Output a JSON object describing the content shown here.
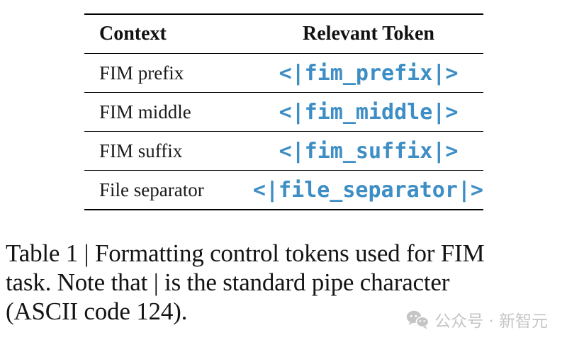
{
  "table": {
    "col_headers": {
      "context": "Context",
      "token": "Relevant Token"
    },
    "rows": [
      {
        "context": "FIM prefix",
        "token": "<|fim_prefix|>"
      },
      {
        "context": "FIM middle",
        "token": "<|fim_middle|>"
      },
      {
        "context": "FIM suffix",
        "token": "<|fim_suffix|>"
      },
      {
        "context": "File separator",
        "token": "<|file_separator|>"
      }
    ]
  },
  "caption": {
    "line1": "Table 1 | Formatting control tokens used for FIM",
    "line2": "task. Note that | is the standard pipe character",
    "line3": "(ASCII code 124)."
  },
  "watermark": {
    "icon": "wechat-icon",
    "label": "公众号 · 新智元"
  },
  "colors": {
    "token_blue": "#3d8ec5",
    "rule_black": "#000000",
    "text_black": "#1a1a1a",
    "watermark_gray": "#c5c5c5",
    "background": "#ffffff"
  }
}
